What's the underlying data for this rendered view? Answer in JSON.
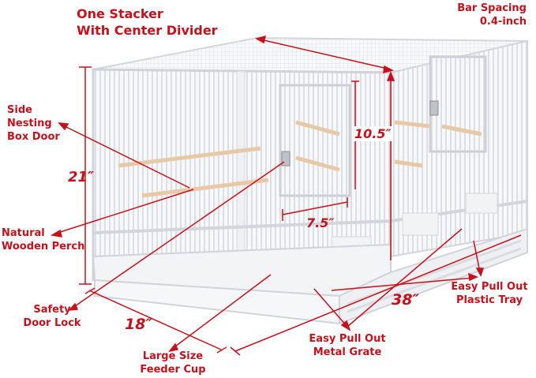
{
  "product": {
    "subject": "White double stacker bird cage with center divider",
    "colors": {
      "annotation": "#c8101a",
      "cage": "#f4f5f7",
      "cage_shadow": "#d7dadf",
      "perch": "#e7c9a6",
      "background": "#ffffff"
    }
  },
  "title": {
    "line1": "One Stacker",
    "line2": "With Center Divider"
  },
  "bar_spacing": {
    "line1": "Bar Spacing",
    "line2": "0.4-inch"
  },
  "callouts": {
    "side_nesting": {
      "line1": "Side",
      "line2": "Nesting",
      "line3": "Box Door"
    },
    "perch": {
      "line1": "Natural",
      "line2": "Wooden Perch"
    },
    "door_lock": {
      "line1": "Safety",
      "line2": "Door Lock"
    },
    "feeder": {
      "line1": "Large Size",
      "line2": "Feeder Cup"
    },
    "metal_grate": {
      "line1": "Easy Pull Out",
      "line2": "Metal Grate"
    },
    "plastic_tray": {
      "line1": "Easy Pull Out",
      "line2": "Plastic Tray"
    }
  },
  "dimensions": {
    "height": "21″",
    "depth": "18″",
    "width": "38″",
    "door_height": "10.5″",
    "door_width": "7.5″"
  }
}
